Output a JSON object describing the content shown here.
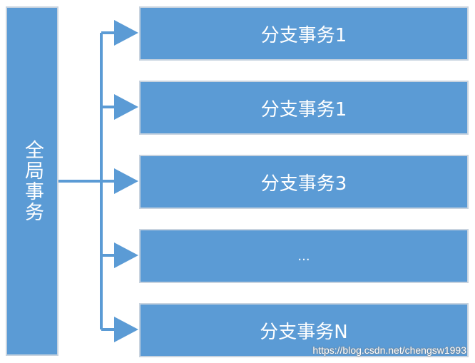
{
  "global_transaction": {
    "label": "全局事务"
  },
  "branches": [
    {
      "label": "分支事务1"
    },
    {
      "label": "分支事务1"
    },
    {
      "label": "分支事务3"
    },
    {
      "label": "..."
    },
    {
      "label": "分支事务N"
    }
  ],
  "watermark": "https://blog.csdn.net/chengsw1993",
  "colors": {
    "box_fill": "#5b9bd5",
    "box_border": "#c8d3df",
    "connector": "#5b9bd5",
    "text": "#ffffff"
  }
}
